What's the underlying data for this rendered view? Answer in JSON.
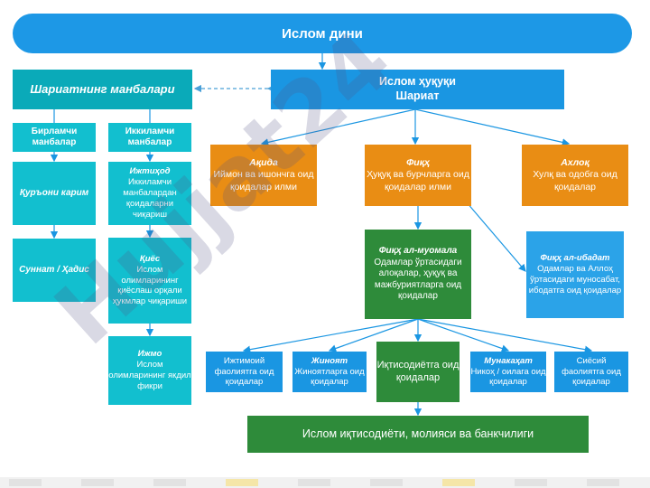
{
  "top": {
    "title": "Ислом дини"
  },
  "left_header": "Шариатнинг манбалари",
  "sharia": {
    "line1": "Ислом ҳуқуқи",
    "line2": "Шариат"
  },
  "sources": {
    "primary": "Бирламчи манбалар",
    "secondary": "Иккиламчи манбалар",
    "quran": "Қуръони карим",
    "sunnah": "Суннат / Ҳадис",
    "ijtihad": {
      "title": "Ижтиҳод",
      "text": "Иккиламчи манбалардан қоидаларни чиқариш"
    },
    "qiyas": {
      "title": "Қиёс",
      "text": "Ислом олимларининг қиёслаш орқали ҳукмлар чиқариши"
    },
    "ijma": {
      "title": "Ижмо",
      "text": "Ислом олимларининг якдил фикри"
    }
  },
  "branches": {
    "aqida": {
      "title": "Ақида",
      "text": "Иймон ва ишончга оид қоидалар илми"
    },
    "fiqh": {
      "title": "Фиқҳ",
      "text": "Ҳуқуқ ва бурчларга оид қоидалар илми"
    },
    "akhlaq": {
      "title": "Ахлоқ",
      "text": "Хулқ ва одобга оид қоидалар"
    }
  },
  "muamala": {
    "title": "Фиқҳ ал-муомала",
    "text": "Одамлар ўртасидаги алоқалар, ҳуқуқ ва мажбуриятларга оид қоидалар"
  },
  "ibada": {
    "title": "Фиқҳ ал-ибадат",
    "text": "Одамлар ва Аллоҳ ўртасидаги муносабат, ибодатга оид қоидалар"
  },
  "subs": {
    "social": "Ижтимоий фаолиятга оид қоидалар",
    "crime": {
      "title": "Жиноят",
      "text": "Жиноятларга оид қоидалар"
    },
    "economy": "Иқтисодиётга оид қоидалар",
    "marriage": {
      "title": "Мунакаҳат",
      "text": "Никоҳ / оилага оид қоидалар"
    },
    "politics": "Сиёсий фаолиятга оид қоидалар"
  },
  "bottom": "Ислом иқтисодиёти, молияси ва банкчилиги",
  "watermark": "Hujjat24",
  "colors": {
    "teal": "#12bfcf",
    "blue": "#1a96e2",
    "orange": "#e98d14",
    "green": "#2e8b3a"
  }
}
